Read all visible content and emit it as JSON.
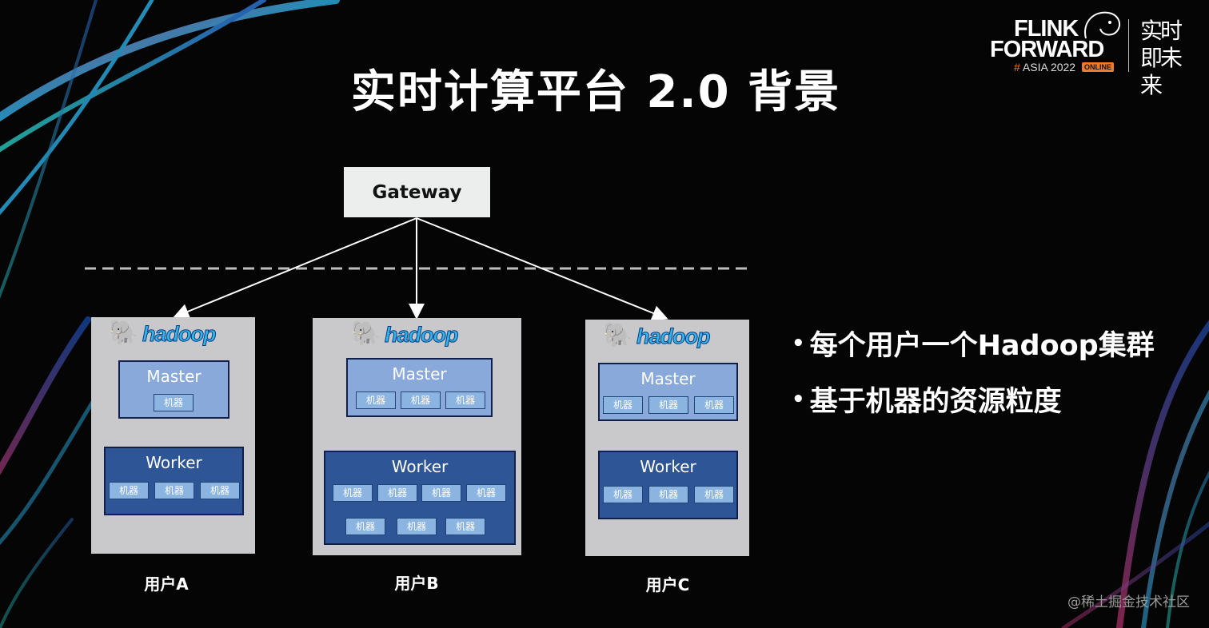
{
  "slide": {
    "title": "实时计算平台 2.0 背景"
  },
  "logo": {
    "line1": "FLINK",
    "line2": "FORWARD",
    "hash": "#",
    "asia": "ASIA 2022",
    "online": "ONLINE",
    "cn": "实时即未来"
  },
  "gateway": {
    "label": "Gateway"
  },
  "clusters": [
    {
      "brand": "hadoop",
      "master_label": "Master",
      "master_machines": [
        "机器"
      ],
      "worker_label": "Worker",
      "worker_machines": [
        "机器",
        "机器",
        "机器"
      ],
      "user": "用户A"
    },
    {
      "brand": "hadoop",
      "master_label": "Master",
      "master_machines": [
        "机器",
        "机器",
        "机器"
      ],
      "worker_label": "Worker",
      "worker_machines": [
        "机器",
        "机器",
        "机器",
        "机器",
        "机器",
        "机器",
        "机器"
      ],
      "user": "用户B"
    },
    {
      "brand": "hadoop",
      "master_label": "Master",
      "master_machines": [
        "机器",
        "机器",
        "机器"
      ],
      "worker_label": "Worker",
      "worker_machines": [
        "机器",
        "机器",
        "机器"
      ],
      "user": "用户C"
    }
  ],
  "bullets": [
    "每个用户一个Hadoop集群",
    "基于机器的资源粒度"
  ],
  "watermark": "@稀土掘金技术社区",
  "colors": {
    "master_fill": "#8aa9db",
    "worker_fill": "#2e5596",
    "machine_fill": "#8cb4e0",
    "arrow_orange": "#d4621e",
    "cluster_bg": "#c9c9cb"
  }
}
